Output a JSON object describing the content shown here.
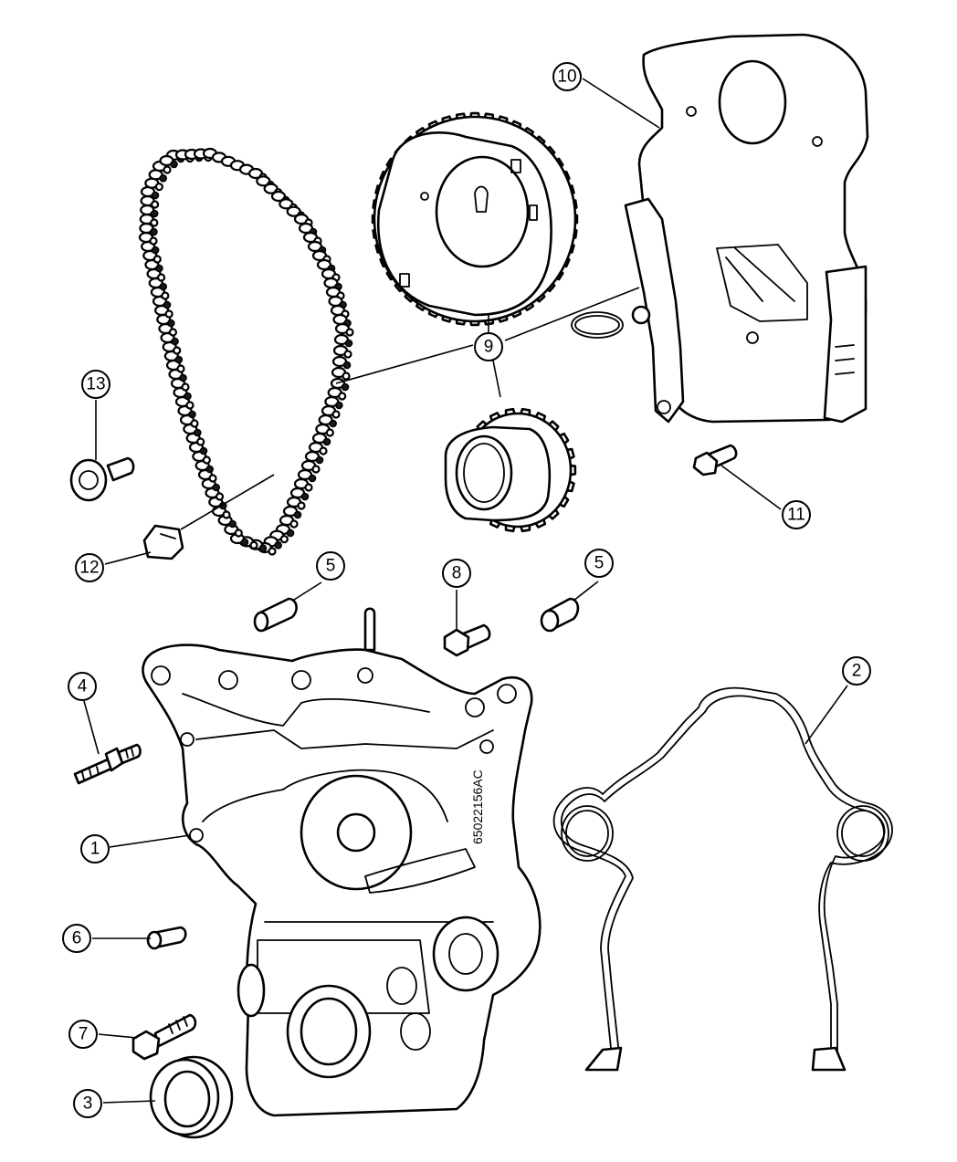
{
  "diagram": {
    "part_number_stamp": "65022156AC",
    "callouts": [
      {
        "id": "c1",
        "label": "1"
      },
      {
        "id": "c2",
        "label": "2"
      },
      {
        "id": "c3",
        "label": "3"
      },
      {
        "id": "c4",
        "label": "4"
      },
      {
        "id": "c5a",
        "label": "5"
      },
      {
        "id": "c5b",
        "label": "5"
      },
      {
        "id": "c6",
        "label": "6"
      },
      {
        "id": "c7",
        "label": "7"
      },
      {
        "id": "c8",
        "label": "8"
      },
      {
        "id": "c9",
        "label": "9"
      },
      {
        "id": "c10",
        "label": "10"
      },
      {
        "id": "c11",
        "label": "11"
      },
      {
        "id": "c12",
        "label": "12"
      },
      {
        "id": "c13",
        "label": "13"
      }
    ]
  }
}
